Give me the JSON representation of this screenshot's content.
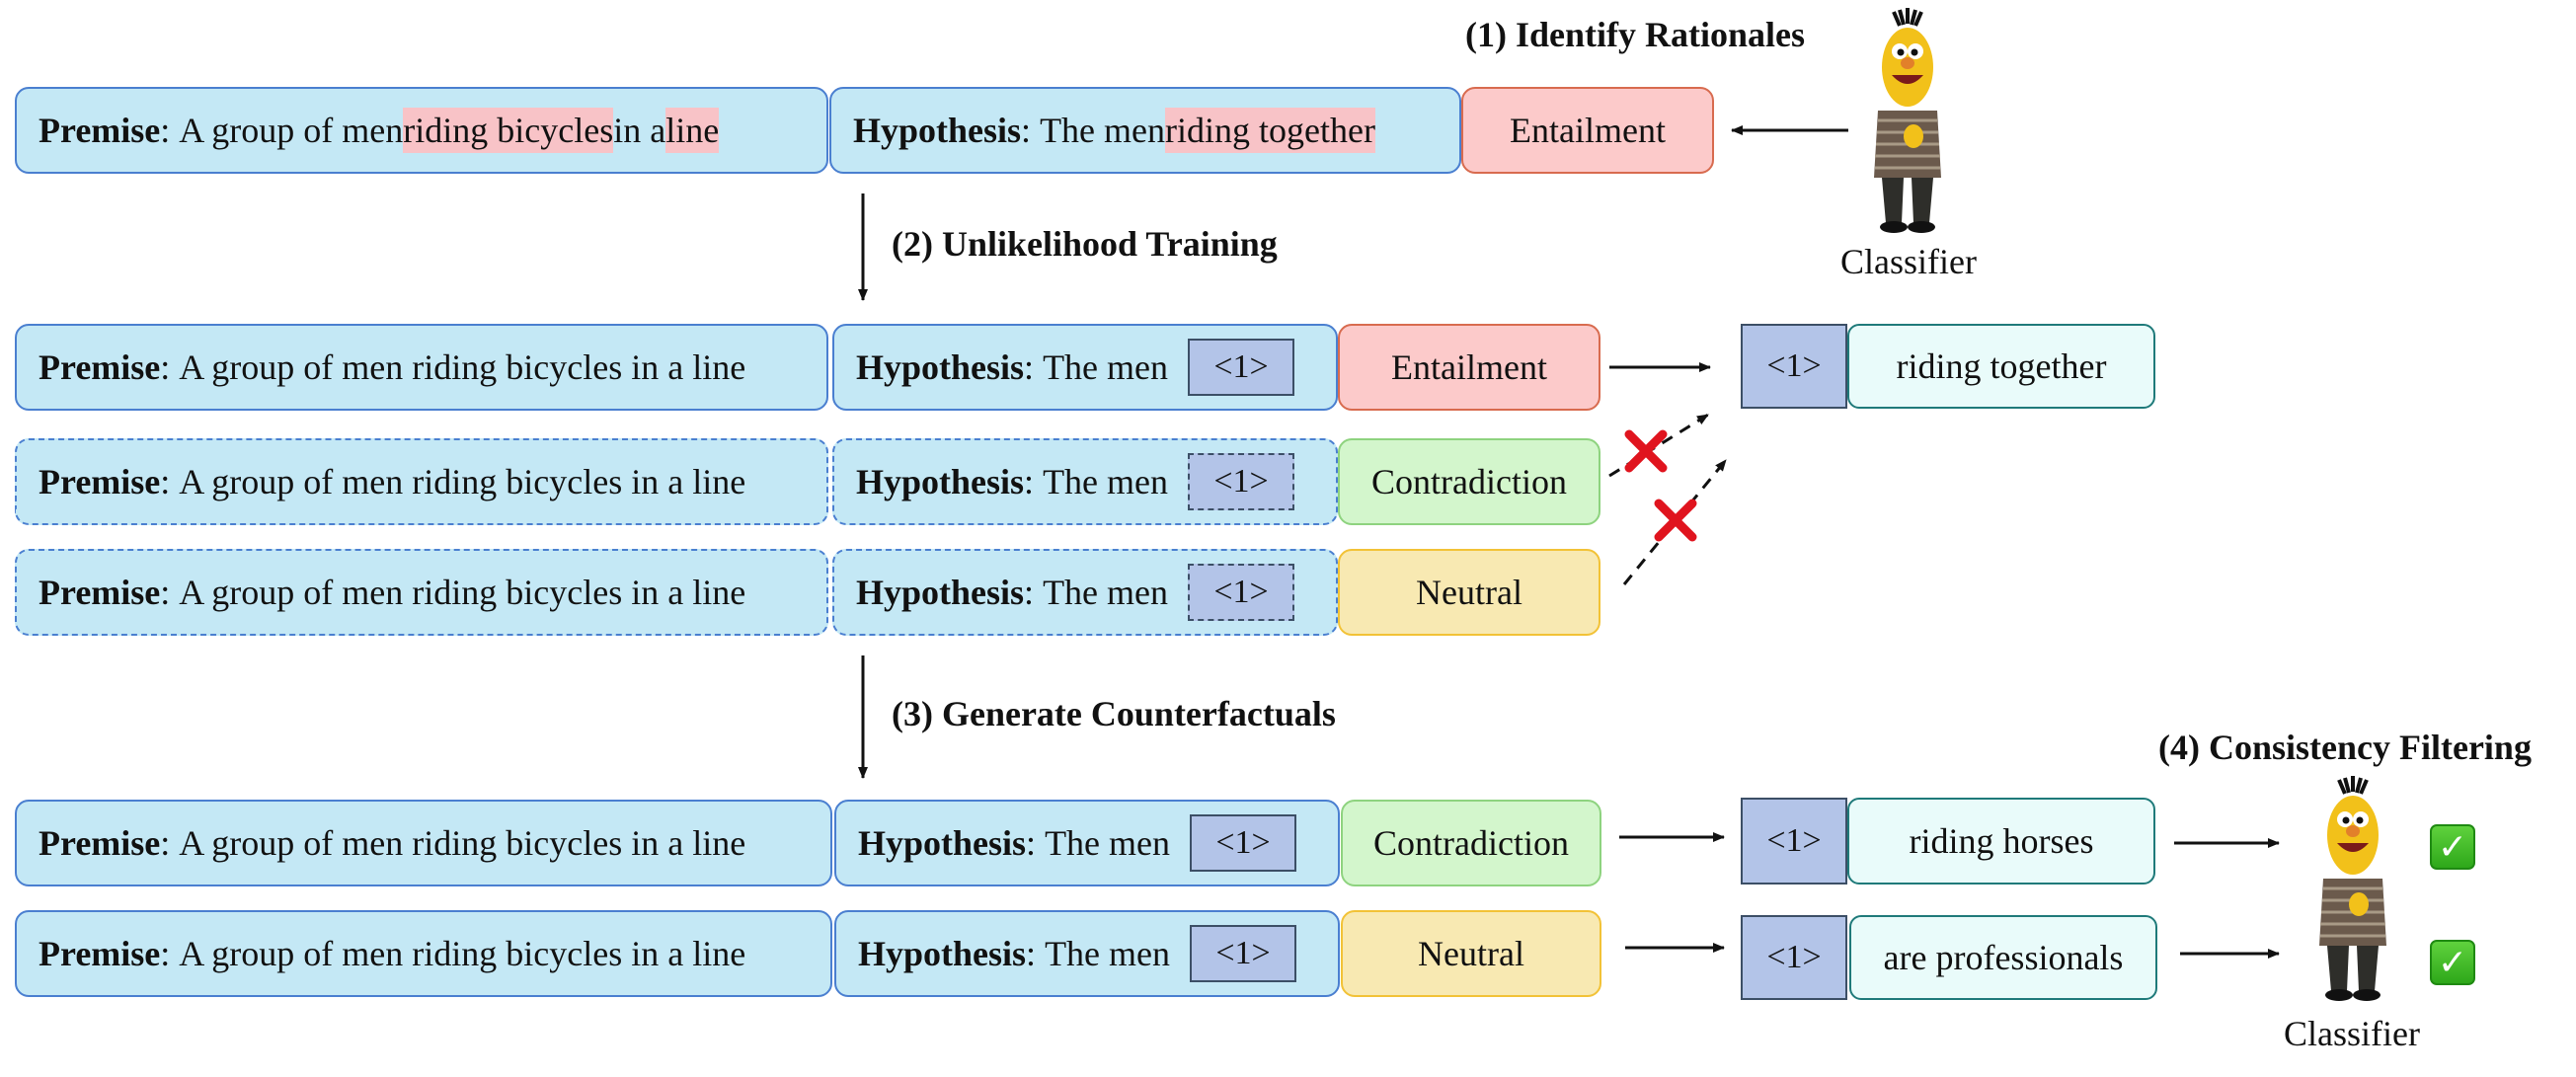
{
  "steps": {
    "identify": "(1) Identify Rationales",
    "unlikelihood": "(2) Unlikelihood Training",
    "generate": "(3) Generate Counterfactuals",
    "filter": "(4) Consistency Filtering"
  },
  "labels": {
    "premise": "Premise",
    "hypothesis": "Hypothesis",
    "entailment": "Entailment",
    "contradiction": "Contradiction",
    "neutral": "Neutral",
    "classifier": "Classifier",
    "mask": "<1>"
  },
  "row1": {
    "premise_pre": "A group of men ",
    "premise_hl1": "riding bicycles",
    "premise_mid": " in a ",
    "premise_hl2": "line",
    "hyp_pre": "The men ",
    "hyp_hl": "riding together"
  },
  "premise_text": "A group of men riding bicycles in a line",
  "hyp_text": "The men",
  "outputs": {
    "target": "riding together",
    "cf1": "riding horses",
    "cf2": "are professionals"
  },
  "colors": {
    "premise_bg": "#c4e8f5",
    "premise_border": "#4a7fd0",
    "entailment_bg": "#fccaca",
    "contradiction_bg": "#d3f6cc",
    "neutral_bg": "#f8e9b2",
    "mask_bg": "#b3c4e8",
    "output_bg": "#e9fbfa",
    "cross": "#e0141e",
    "check": "#2ea81a"
  },
  "icons": {
    "classifier": "bert-muppet-icon",
    "reject": "red-cross-icon",
    "accept": "green-check-icon"
  }
}
